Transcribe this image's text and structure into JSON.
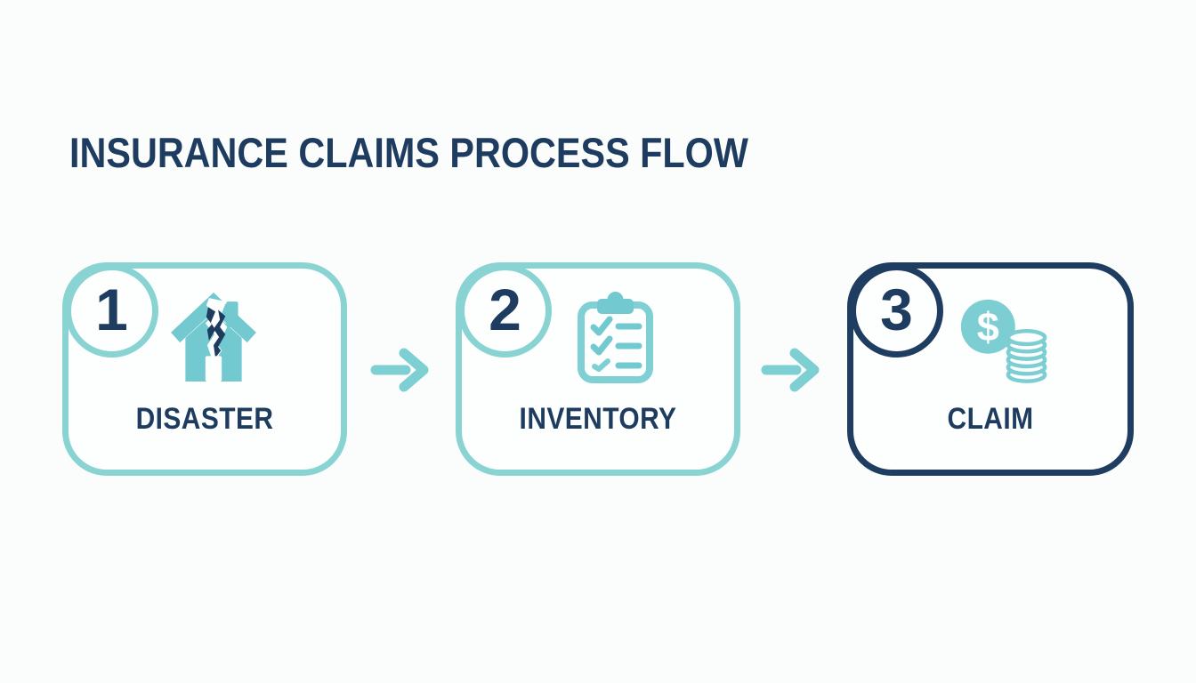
{
  "title": "INSURANCE CLAIMS PROCESS FLOW",
  "steps": [
    {
      "number": "1",
      "label": "DISASTER",
      "icon": "damaged-house-icon",
      "accent_color": "#89D4D3"
    },
    {
      "number": "2",
      "label": "INVENTORY",
      "icon": "checklist-clipboard-icon",
      "accent_color": "#89D4D3"
    },
    {
      "number": "3",
      "label": "CLAIM",
      "icon": "dollar-coins-icon",
      "accent_color": "#1E3D60"
    }
  ],
  "arrows": [
    {
      "name": "flow-arrow-1",
      "direction": "right",
      "color": "#7ECFD2"
    },
    {
      "name": "flow-arrow-2",
      "direction": "right",
      "color": "#7ECFD2"
    }
  ],
  "colors": {
    "navy": "#1E3C5F",
    "teal_border": "#89D4D3",
    "teal_icon": "#72C9CF",
    "background": "#FBFCFC"
  }
}
